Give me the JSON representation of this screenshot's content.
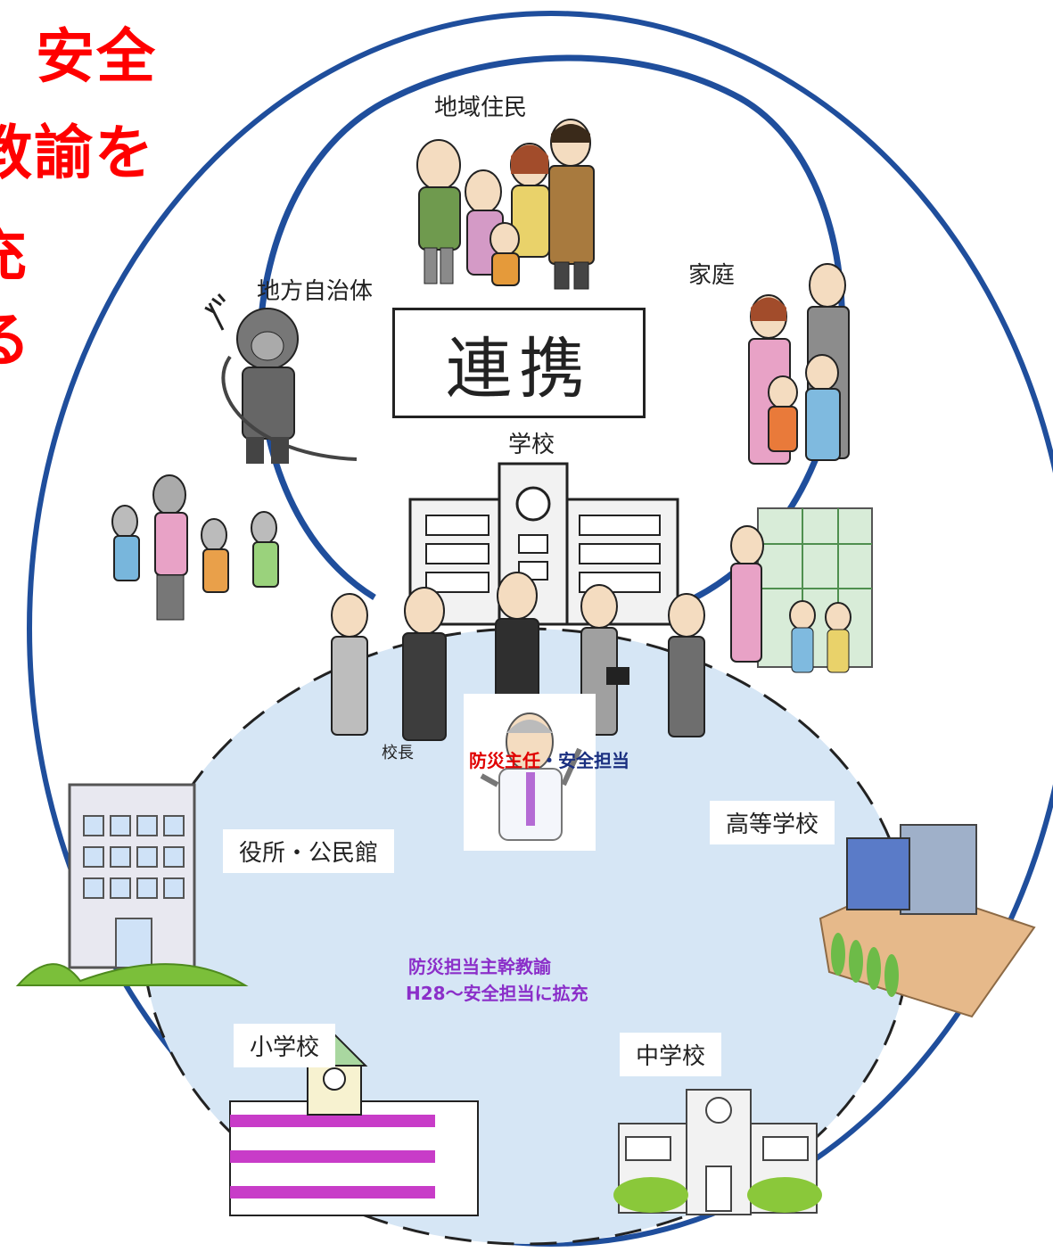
{
  "title": {
    "line1": "安全",
    "line2": "教諭を",
    "line3": "充",
    "line4": "る"
  },
  "labels": {
    "community_residents": "地域住民",
    "family": "家庭",
    "local_government": "地方自治体",
    "center": "連携",
    "school": "学校",
    "principal": "校長",
    "city_office": "役所・公民館",
    "high_school": "高等学校",
    "elementary_school": "小学校",
    "junior_high_school": "中学校"
  },
  "roles": {
    "disaster_chief": "防災主任",
    "separator": "・",
    "safety_officer": "安全担当",
    "lead_teacher_line1": "防災担当主幹教諭",
    "lead_teacher_line2": "H28～安全担当に拡充"
  },
  "colors": {
    "title_red": "#ff0000",
    "ring_blue": "#1f4e9c",
    "inner_fill": "#d6e6f5",
    "role_red": "#e00000",
    "role_navy": "#1a2f80",
    "lead_purple": "#8b2fc9"
  },
  "icons": {
    "community": "community-residents-icon",
    "family": "family-icon",
    "firefighter": "firefighter-icon",
    "evacuation": "evacuating-children-icon",
    "school_building": "school-building-icon",
    "staff": "school-staff-icon",
    "map_teacher": "map-teaching-icon",
    "city_office": "city-office-building-icon",
    "teacher": "lead-teacher-icon",
    "high_school": "high-school-icon",
    "elementary": "elementary-school-icon",
    "junior_high": "junior-high-school-icon"
  }
}
